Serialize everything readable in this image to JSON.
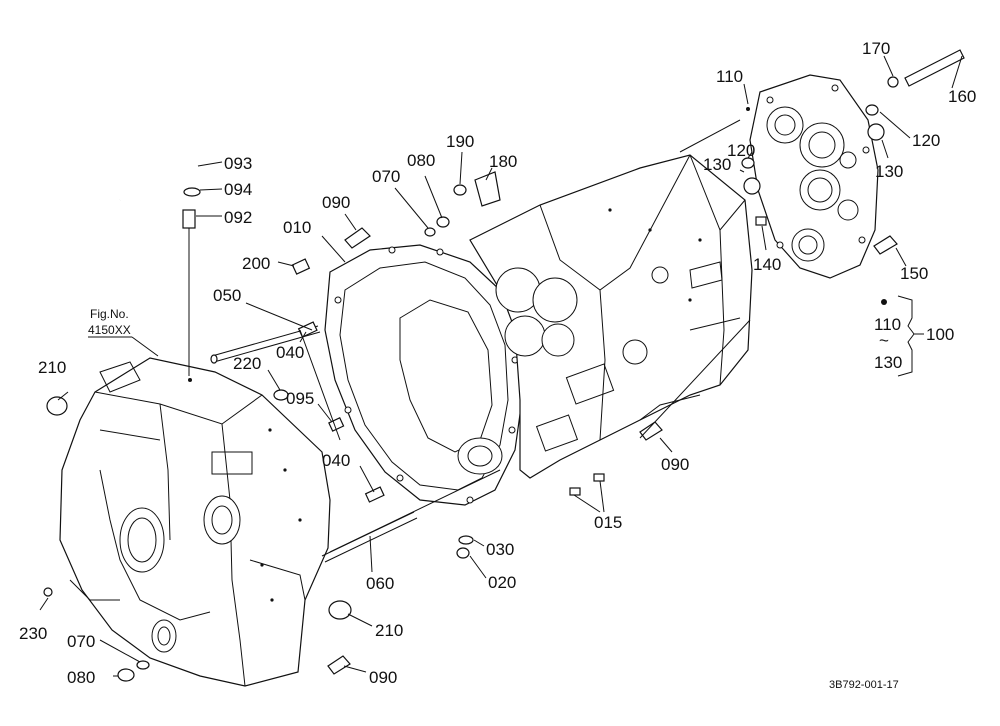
{
  "figure_id": "3B792-001-17",
  "reference": {
    "line1": "Fig.No.",
    "line2": "4150XX"
  },
  "labels": {
    "p093": "093",
    "p094": "094",
    "p092": "092",
    "p090a": "090",
    "p070a": "070",
    "p080a": "080",
    "p190": "190",
    "p180": "180",
    "p010": "010",
    "p200": "200",
    "p050": "050",
    "p040a": "040",
    "p220": "220",
    "p095": "095",
    "p210a": "210",
    "p040b": "040",
    "p060": "060",
    "p210b": "210",
    "p230": "230",
    "p070b": "070",
    "p080b": "080",
    "p090c": "090",
    "p090b": "090",
    "p015": "015",
    "p030": "030",
    "p020": "020",
    "p110a": "110",
    "p170": "170",
    "p160": "160",
    "p120a": "120",
    "p120b": "120",
    "p130a": "130",
    "p130b": "130",
    "p140": "140",
    "p150": "150",
    "p110b": "110",
    "p130c": "130",
    "p100": "100",
    "tilde": "~"
  }
}
